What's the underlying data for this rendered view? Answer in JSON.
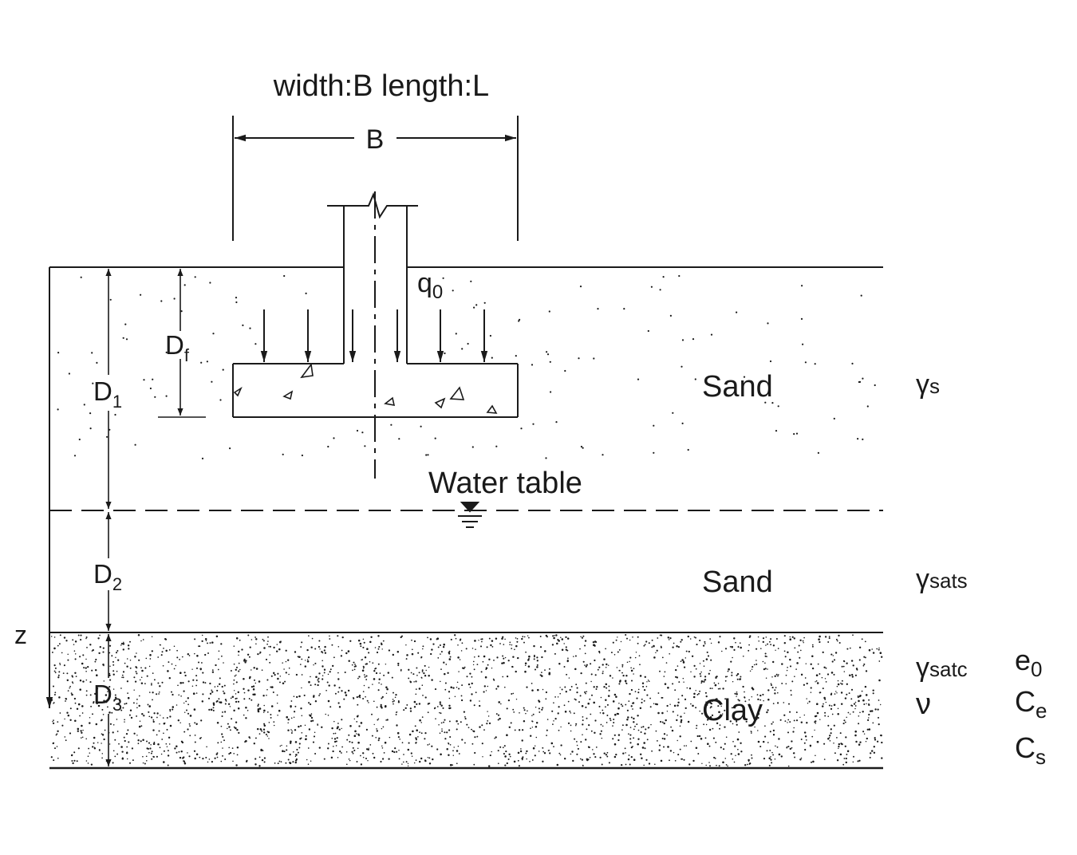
{
  "diagram": {
    "title": "width:B length:L",
    "width_label": "B",
    "load_label": "q",
    "load_sub": "0",
    "water_table_label": "Water table",
    "axis_label": "z",
    "depths": {
      "df_main": "D",
      "df_sub": "f",
      "d1_main": "D",
      "d1_sub": "1",
      "d2_main": "D",
      "d2_sub": "2",
      "d3_main": "D",
      "d3_sub": "3"
    },
    "layers": {
      "sand_top": "Sand",
      "sand_bottom": "Sand",
      "clay": "Clay"
    },
    "properties": {
      "gamma_s_main": "γ",
      "gamma_s_sub": "s",
      "gamma_sats_main": "γ",
      "gamma_sats_sub": "sats",
      "gamma_satc_main": "γ",
      "gamma_satc_sub": "satc",
      "nu": "ν",
      "e0_main": "e",
      "e0_sub": "0",
      "ce_main": "C",
      "ce_sub": "e",
      "cs_main": "C",
      "cs_sub": "s"
    }
  }
}
